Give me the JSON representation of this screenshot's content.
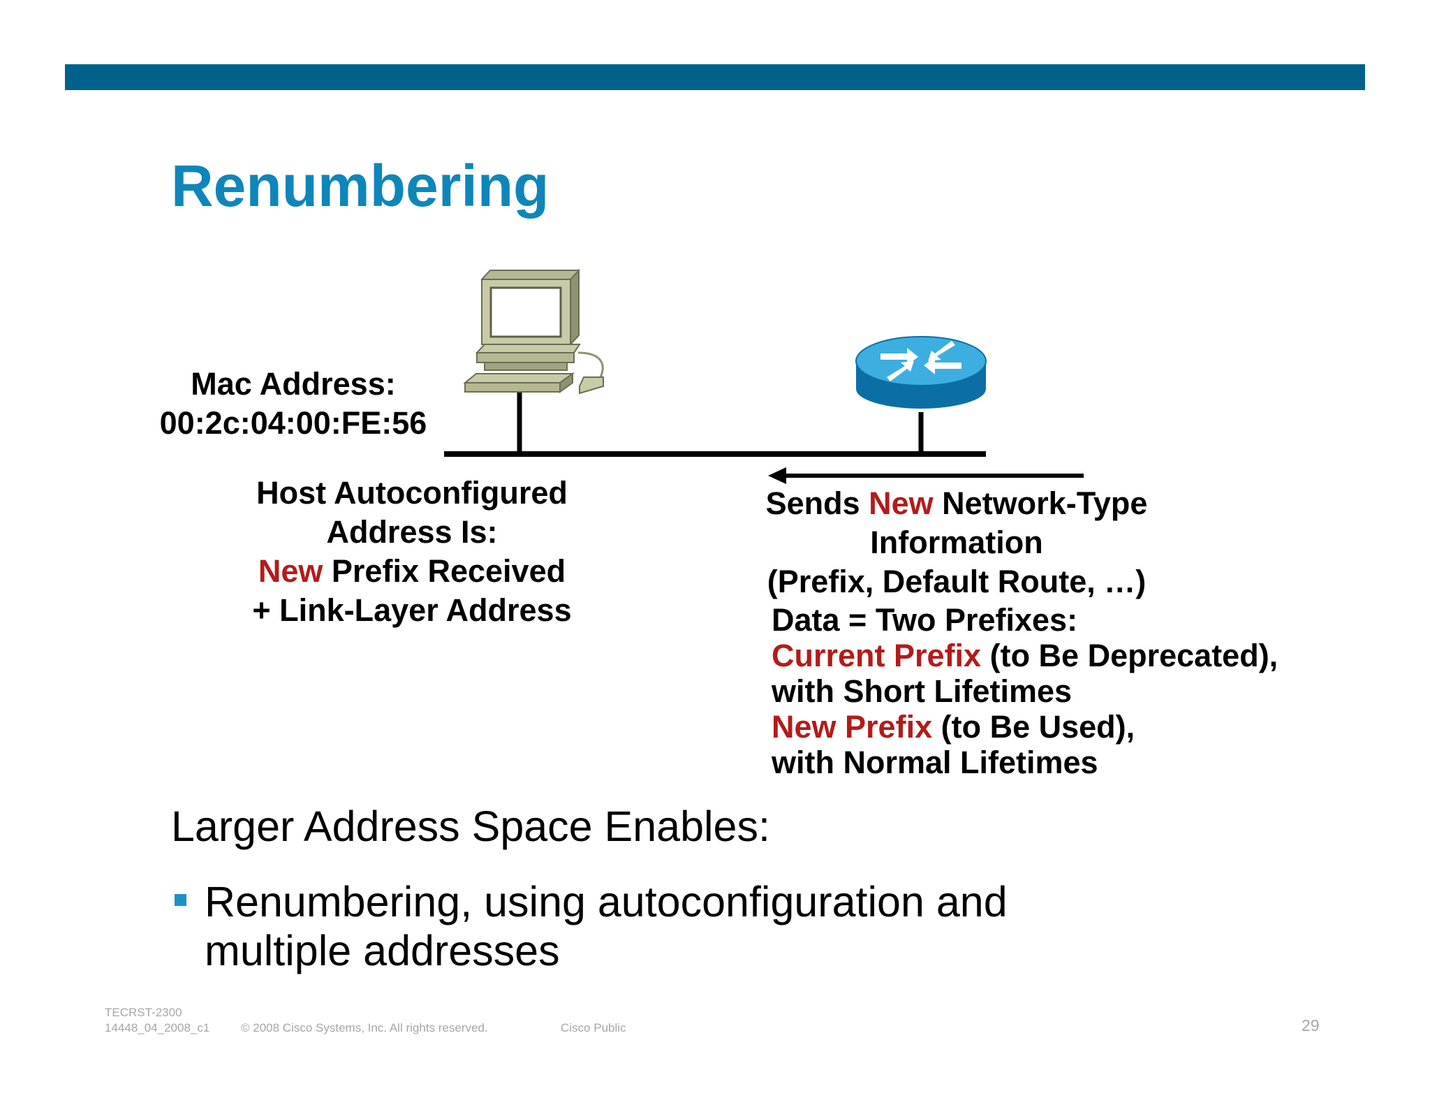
{
  "slide": {
    "title": "Renumbering",
    "brand_color": "#00628b",
    "title_color": "#0e86ba",
    "highlight_color": "#b31b1b",
    "accent_bullet_color": "#1a92c8"
  },
  "diagram": {
    "host_icon": "computer-icon",
    "router_icon": "router-icon",
    "mac_label": {
      "line1": "Mac Address:",
      "line2": "00:2c:04:00:FE:56"
    },
    "host_text": {
      "line1": "Host Autoconfigured",
      "line2": "Address Is:",
      "line3_red": "New",
      "line3_rest": " Prefix Received",
      "line4": "+ Link-Layer Address"
    },
    "router_text": {
      "line1_pre": "Sends ",
      "line1_red": "New",
      "line1_post": " Network-Type",
      "line2": "Information",
      "line3": "(Prefix, Default Route, …)"
    },
    "data_text": {
      "line1": "Data = Two Prefixes:",
      "line2_red": "Current Prefix",
      "line2_rest": " (to Be Deprecated),",
      "line3": "with Short Lifetimes",
      "line4_red": "New Prefix",
      "line4_rest": " (to Be Used),",
      "line5": "with Normal Lifetimes"
    }
  },
  "body": {
    "intro": "Larger Address Space Enables:",
    "bullets": [
      "Renumbering, using autoconfiguration and multiple addresses"
    ]
  },
  "footer": {
    "course_code": "TECRST-2300",
    "doc_id": "14448_04_2008_c1",
    "copyright": "© 2008 Cisco Systems, Inc. All rights reserved.",
    "classification": "Cisco Public",
    "page_number": "29"
  }
}
